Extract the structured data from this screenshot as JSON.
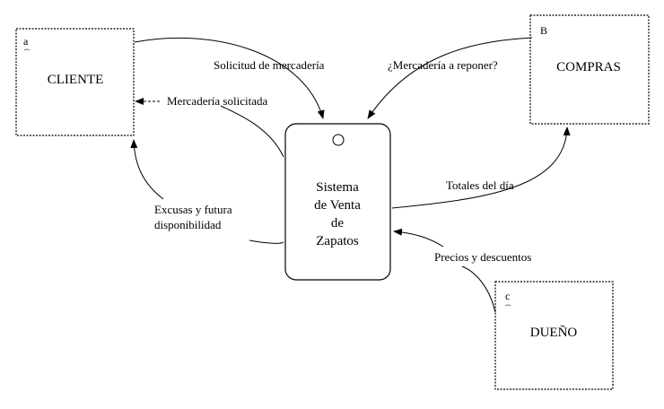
{
  "entities": {
    "cliente": {
      "id_letter": "a",
      "name": "CLIENTE"
    },
    "compras": {
      "id_letter": "B",
      "name": "COMPRAS"
    },
    "dueno": {
      "id_letter": "c",
      "name": "DUEÑO"
    }
  },
  "process": {
    "lines": [
      "Sistema",
      "de Venta",
      "de",
      "Zapatos"
    ]
  },
  "flows": {
    "solicitud": "Solicitud de mercadería",
    "mercaderia_reponer": "¿Mercadería a reponer?",
    "mercaderia_solicitada": "Mercadería solicitada",
    "totales": "Totales del día",
    "excusas_1": "Excusas y futura",
    "excusas_2": "disponibilidad",
    "precios": "Precios y descuentos"
  }
}
